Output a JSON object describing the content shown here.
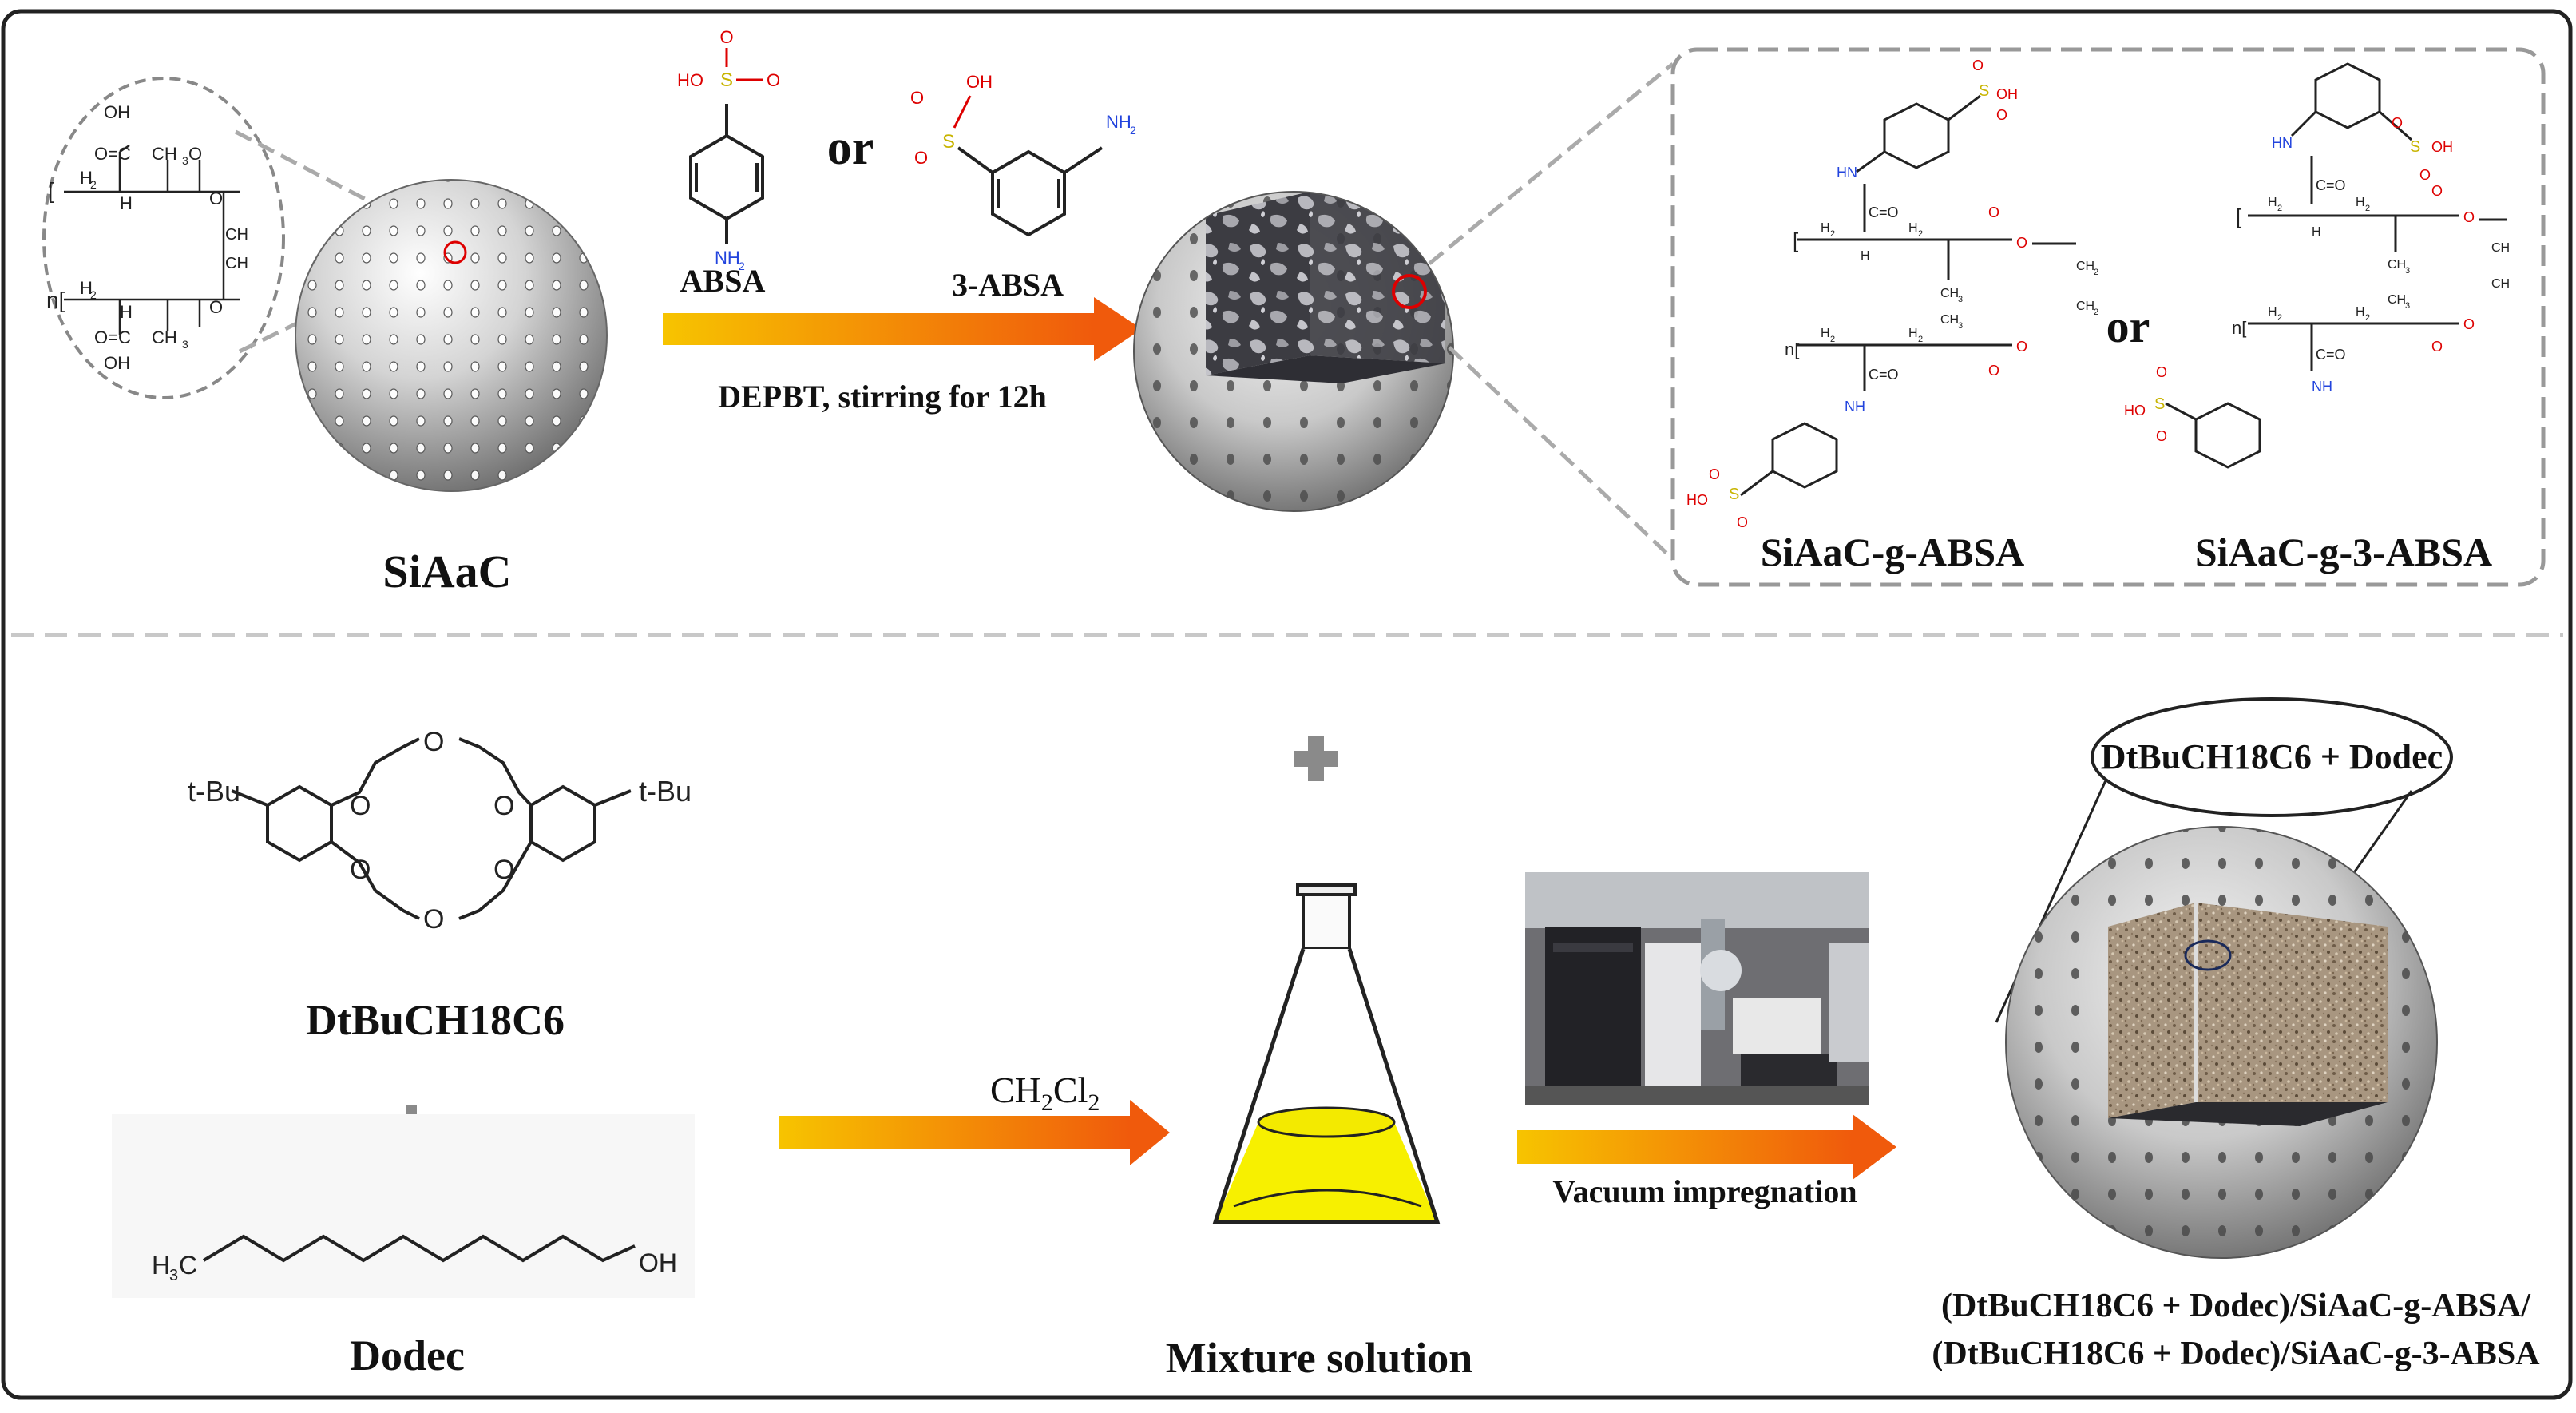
{
  "top": {
    "siaac_label": "SiAaC",
    "absa_label": "ABSA",
    "or_label": "or",
    "absa3_label": "3-ABSA",
    "reaction_condition": "DEPBT, stirring for 12h",
    "product1_label": "SiAaC-g-ABSA",
    "product_or": "or",
    "product2_label": "SiAaC-g-3-ABSA"
  },
  "bottom": {
    "crown_label": "DtBuCH18C6",
    "tbu_left": "t-Bu",
    "tbu_right": "t-Bu",
    "dodec_label": "Dodec",
    "dodec_h3c": "H3C",
    "dodec_oh": "OH",
    "solvent_main": "CH",
    "solvent_sub1": "2",
    "solvent_mid": "Cl",
    "solvent_sub2": "2",
    "mixture_label": "Mixture solution",
    "process_label": "Vacuum impregnation",
    "bubble_label": "DtBuCH18C6 + Dodec",
    "final_line1": "(DtBuCH18C6 + Dodec)/SiAaC-g-ABSA/",
    "final_line2": "(DtBuCH18C6 + Dodec)/SiAaC-g-3-ABSA"
  },
  "chem_atoms": {
    "oh": "OH",
    "o": "O",
    "s": "S",
    "ho": "HO",
    "nh2": "NH2",
    "hn": "HN",
    "nh": "NH",
    "ch3": "CH3",
    "h2": "H2",
    "h": "H",
    "ch2": "CH2",
    "n": "n"
  },
  "colors": {
    "arrow_start": "#f5b400",
    "arrow_end": "#f06010",
    "sulfur": "#c8b400",
    "oxygen": "#dd0000",
    "nitrogen": "#2244dd",
    "liquid": "#f7f000"
  }
}
